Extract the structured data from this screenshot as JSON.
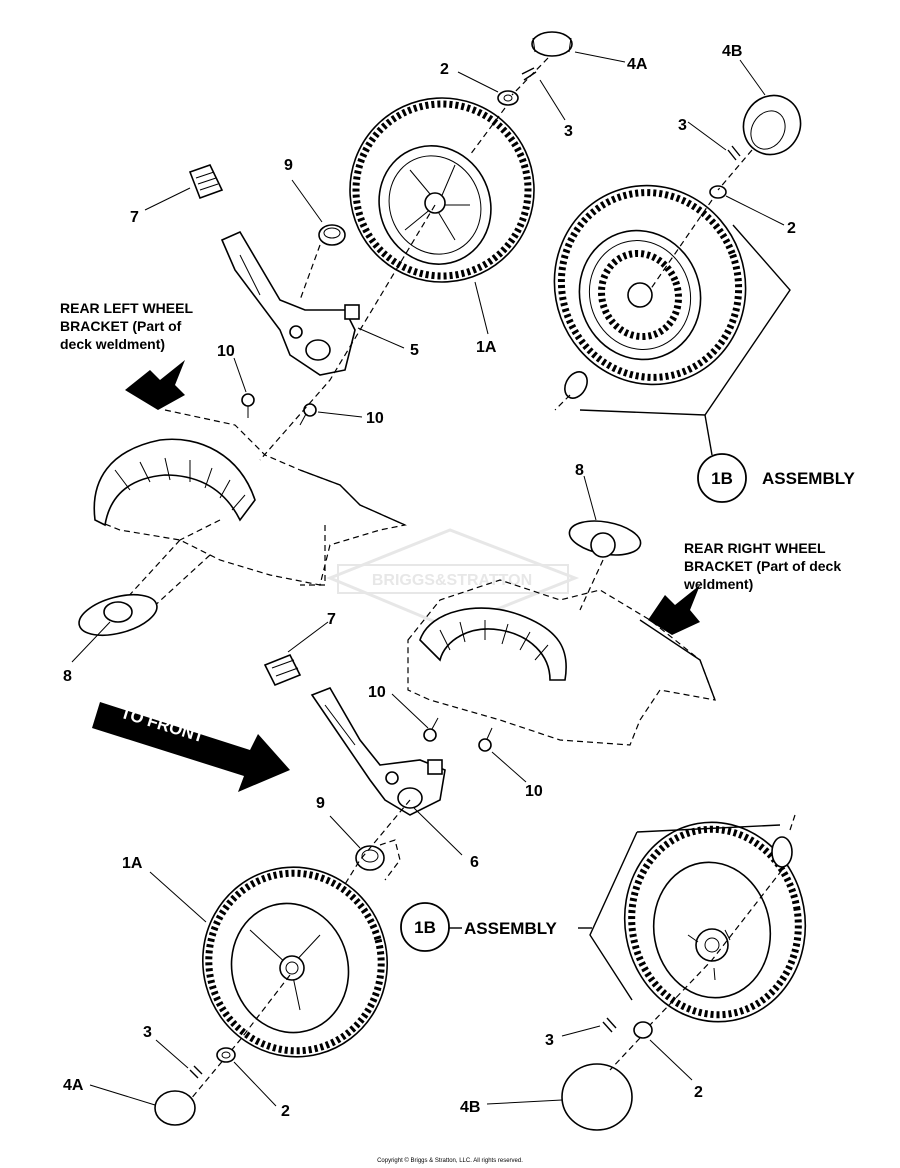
{
  "callouts": {
    "p4a_top": "4A",
    "p2_top": "2",
    "p3_top": "3",
    "p4b_top": "4B",
    "p3_tr": "3",
    "p2_tr": "2",
    "p7_top": "7",
    "p9_top": "9",
    "p5": "5",
    "p1a_top": "1A",
    "p10_a": "10",
    "p10_b": "10",
    "p8_top": "8",
    "p8_left": "8",
    "p7_mid": "7",
    "p10_c": "10",
    "p10_d": "10",
    "p9_bot": "9",
    "p6": "6",
    "p1a_bot": "1A",
    "p3_bl": "3",
    "p4a_bot": "4A",
    "p2_bl": "2",
    "p3_br": "3",
    "p2_br": "2",
    "p4b_bot": "4B"
  },
  "left_bracket_note": [
    "REAR LEFT WHEEL",
    "BRACKET  (Part of",
    "deck weldment)"
  ],
  "right_bracket_note": [
    "REAR RIGHT WHEEL",
    "BRACKET (Part of deck",
    "weldment)"
  ],
  "assembly_top": {
    "id": "1B",
    "label": "ASSEMBLY"
  },
  "assembly_bottom": {
    "id": "1B",
    "label": "ASSEMBLY"
  },
  "direction_arrow": "TO FRONT",
  "watermark": "BRIGGS&STRATTON",
  "copyright": "Copyright © Briggs & Stratton, LLC. All rights reserved."
}
